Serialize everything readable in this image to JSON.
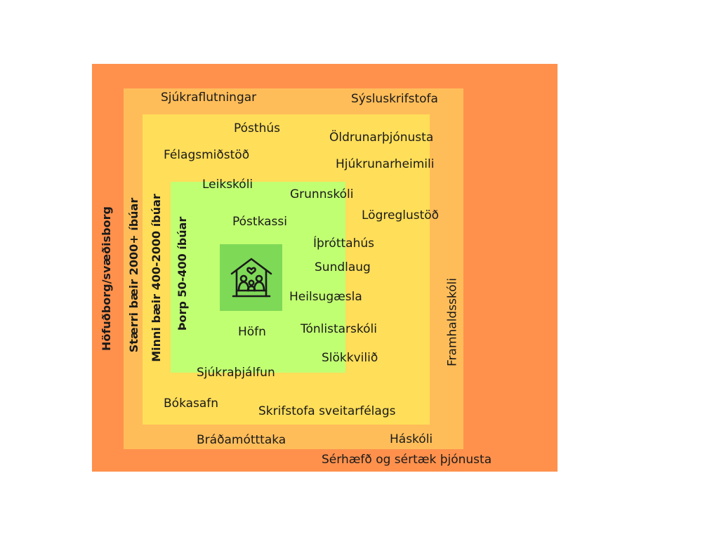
{
  "layers": {
    "outer": {
      "label": "Höfuðborg/svæðisborg",
      "color": "#ff914d"
    },
    "large_towns": {
      "label": "Stærri bæir 2000+ íbúar",
      "color": "#ffbd59"
    },
    "small_towns": {
      "label": "Minni bæir 400-2000 íbúar",
      "color": "#ffde59"
    },
    "villages": {
      "label": "Þorp 50-400 íbúar",
      "color": "#c1ff72"
    },
    "center": {
      "icon": "community-house-icon",
      "color": "#7ed957"
    }
  },
  "services": {
    "sjukraflutningar": "Sjúkraflutningar",
    "syslu": "Sýsluskrifstofa",
    "posthus": "Pósthús",
    "oldrun": "Öldrunarþjónusta",
    "felagsmidstod": "Félagsmiðstöð",
    "hjukrun": "Hjúkrunarheimili",
    "leikskoli": "Leikskóli",
    "grunnskoli": "Grunnskóli",
    "logregla": "Lögreglustöð",
    "postkassi": "Póstkassi",
    "ithrottahus": "Íþróttahús",
    "sundlaug": "Sundlaug",
    "heilsugaesla": "Heilsugæsla",
    "framhaldsskoli": "Framhaldsskóli",
    "hofn": "Höfn",
    "tonlist": "Tónlistarskóli",
    "slokkvilid": "Slökkvilið",
    "sjukrathjalfun": "Sjúkraþjálfun",
    "bokasafn": "Bókasafn",
    "skrifstofa": "Skrifstofa sveitarfélags",
    "bradamottaka": "Bráðamótttaka",
    "haskoli": "Háskóli",
    "serhaefd": "Sérhæfð og sértæk þjónusta"
  }
}
